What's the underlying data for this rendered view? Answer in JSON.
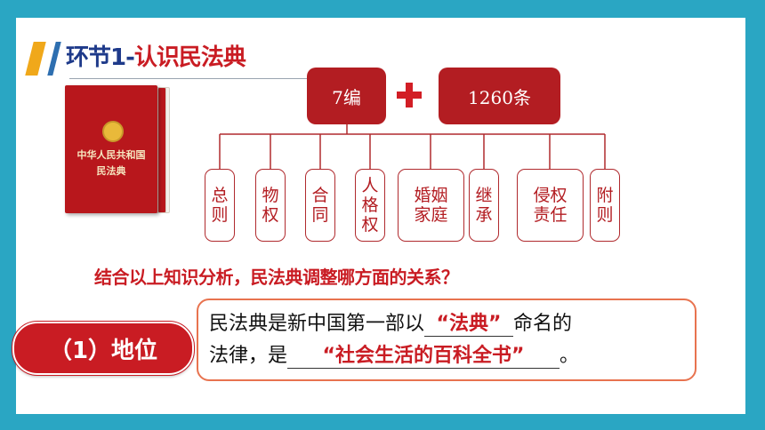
{
  "header": {
    "title_prefix": "环节1-",
    "title_main": "认识民法典"
  },
  "book": {
    "line1": "中华人民共和国",
    "line2": "民法典"
  },
  "top_boxes": {
    "bian": "7编",
    "tiao": "1260条"
  },
  "parts": [
    {
      "label": "总\n则"
    },
    {
      "label": "物\n权"
    },
    {
      "label": "合\n同"
    },
    {
      "label": "人\n格\n权"
    },
    {
      "label": "婚姻\n家庭"
    },
    {
      "label": "继\n承"
    },
    {
      "label": "侵权\n责任"
    },
    {
      "label": "附\n则"
    }
  ],
  "question": "结合以上知识分析，民法典调整哪方面的关系？",
  "section_label": "（1）地位",
  "answer": {
    "l1_before": "民法典是新中国第一部以",
    "l1_blank": "“法典”",
    "l1_after": "命名的",
    "l2_before": "法律，是",
    "l2_blank": "“社会生活的百科全书”",
    "l2_after": "。"
  },
  "colors": {
    "background": "#2aa6c3",
    "accent_red": "#c91c23",
    "box_red": "#b31d22",
    "orange_border": "#e8734f"
  }
}
